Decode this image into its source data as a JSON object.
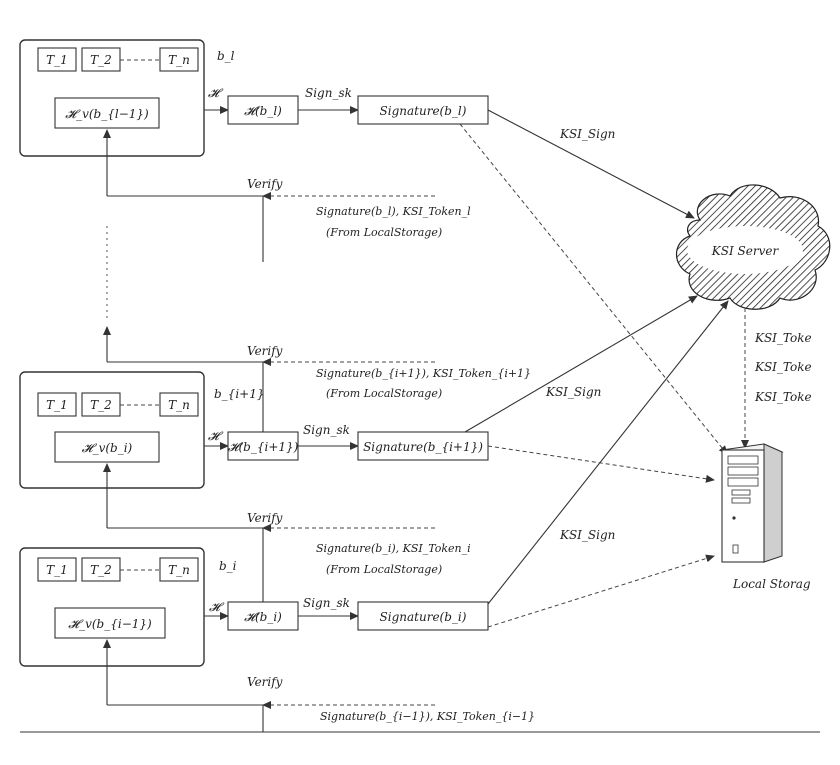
{
  "blocks": [
    {
      "id": "bl",
      "label": "b_l",
      "tx": [
        "T_1",
        "T_2",
        "T_n"
      ],
      "prev_hash": "𝓗_v(b_{l−1})",
      "hash_label": "𝓗(b_l)",
      "signature": "Signature(b_l)",
      "h_op": "𝓗",
      "sign_op": "Sign_sk"
    },
    {
      "id": "bi1",
      "label": "b_{i+1}",
      "tx": [
        "T_1",
        "T_2",
        "T_n"
      ],
      "prev_hash": "𝓗_v(b_i)",
      "hash_label": "𝓗(b_{i+1})",
      "signature": "Signature(b_{i+1})",
      "h_op": "𝓗",
      "sign_op": "Sign_sk"
    },
    {
      "id": "bi",
      "label": "b_i",
      "tx": [
        "T_1",
        "T_2",
        "T_n"
      ],
      "prev_hash": "𝓗_v(b_{i−1})",
      "hash_label": "𝓗(b_i)",
      "signature": "Signature(b_i)",
      "h_op": "𝓗",
      "sign_op": "Sign_sk"
    }
  ],
  "verify": [
    {
      "label": "Verify",
      "source": "Signature(b_l), KSI_Token_l",
      "origin": "(From LocalStorage)"
    },
    {
      "label": "Verify",
      "source": "Signature(b_{i+1}), KSI_Token_{i+1}",
      "origin": "(From LocalStorage)"
    },
    {
      "label": "Verify",
      "source": "Signature(b_i), KSI_Token_i",
      "origin": "(From LocalStorage)"
    },
    {
      "label": "Verify",
      "source": "Signature(b_{i−1}), KSI_Token_{i−1}",
      "origin": ""
    }
  ],
  "ksi_sign": [
    "KSI_Sign",
    "KSI_Sign",
    "KSI_Sign"
  ],
  "server": {
    "label": "KSI Server",
    "icon": "cloud-icon"
  },
  "storage": {
    "label": "Local Storag",
    "icon": "server-tower-icon"
  },
  "token_labels": [
    "KSI_Toke",
    "KSI_Toke",
    "KSI_Toke"
  ]
}
